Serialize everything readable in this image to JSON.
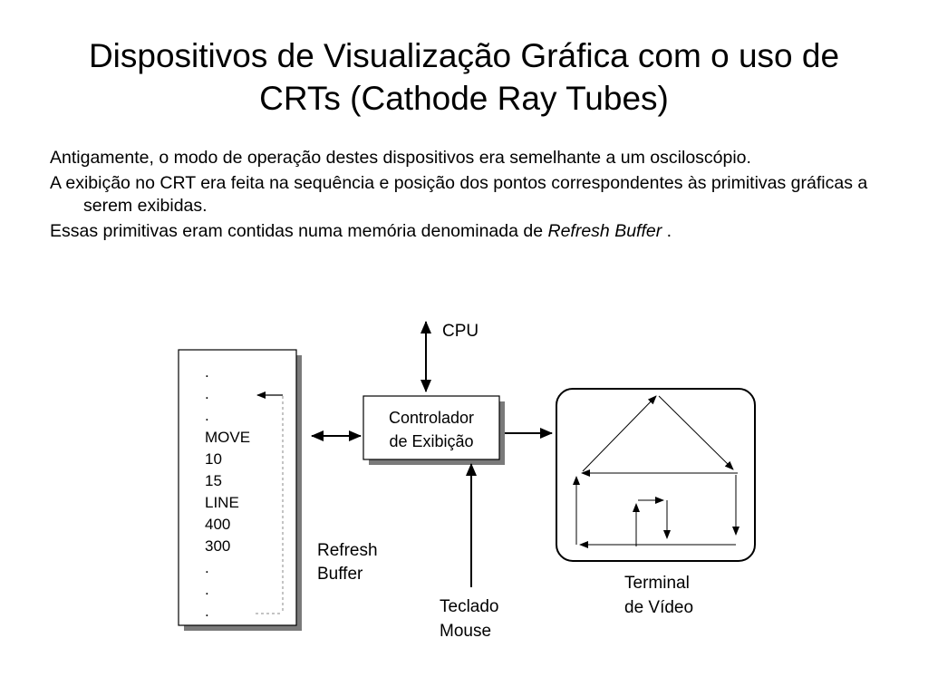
{
  "slide": {
    "title_line1": "Dispositivos de Visualização Gráfica com o uso de",
    "title_line2": "CRTs (Cathode Ray Tubes)",
    "bullet1": "Antigamente, o modo de operação destes dispositivos era semelhante a um osciloscópio.",
    "bullet2": "A exibição no CRT era feita na sequência e posição dos pontos correspondentes às primitivas gráficas a serem exibidas.",
    "bullet3_text": "Essas primitivas eram contidas numa memória denominada de ",
    "bullet3_em": "Refresh Buffer",
    "bullet3_end": " ."
  },
  "diagram": {
    "buffer_lines": [
      ".",
      ".",
      ".",
      "MOVE",
      "10",
      "15",
      "LINE",
      "400",
      "300",
      ".",
      ".",
      "."
    ],
    "buffer_label_1": "Refresh",
    "buffer_label_2": "Buffer",
    "controller_line1": "Controlador",
    "controller_line2": "de Exibição",
    "cpu_label": "CPU",
    "input_line1": "Teclado",
    "input_line2": "Mouse",
    "terminal_line1": "Terminal",
    "terminal_line2": "de Vídeo"
  }
}
